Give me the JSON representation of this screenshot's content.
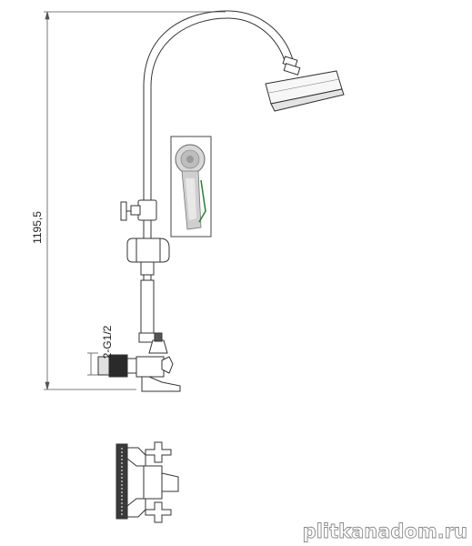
{
  "dimensions": {
    "height_label": "1195,5",
    "connection_label": "2-G1/2"
  },
  "watermark": {
    "text": "plitkanadom.ru"
  },
  "colors": {
    "line": "#333333",
    "dim_line": "#555555",
    "watermark_stroke": "#8a8a8a",
    "handshower_body": "#cfcfcf"
  }
}
